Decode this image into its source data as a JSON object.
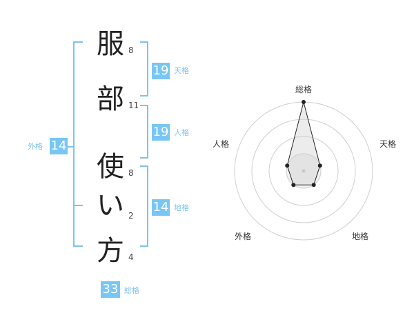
{
  "name": {
    "chars": [
      {
        "char": "服",
        "strokes": "8"
      },
      {
        "char": "部",
        "strokes": "11"
      },
      {
        "char": "使",
        "strokes": "8"
      },
      {
        "char": "い",
        "strokes": "2"
      },
      {
        "char": "方",
        "strokes": "4"
      }
    ]
  },
  "fortune": {
    "tenkaku": {
      "label": "天格",
      "value": "19"
    },
    "jinkaku": {
      "label": "人格",
      "value": "19"
    },
    "chikaku": {
      "label": "地格",
      "value": "14"
    },
    "gaikaku": {
      "label": "外格",
      "value": "14"
    },
    "soukaku": {
      "label": "総格",
      "value": "33"
    }
  },
  "chart_data": {
    "type": "radar",
    "axes": [
      "総格",
      "天格",
      "地格",
      "外格",
      "人格"
    ],
    "series": [
      {
        "values": [
          4,
          1,
          1,
          1,
          1
        ]
      }
    ],
    "rings": 4,
    "rmax": 4
  },
  "colors": {
    "accent": "#78c6f5",
    "line": "#7cc3f0"
  }
}
